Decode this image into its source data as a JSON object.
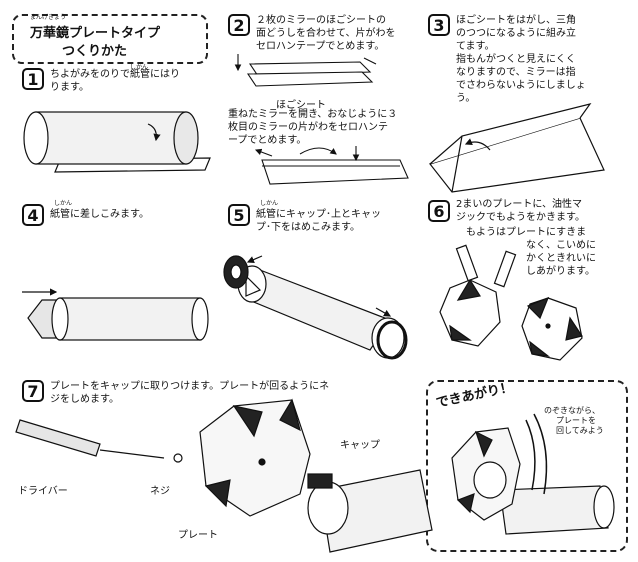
{
  "title": {
    "ruby": "まんげきょう",
    "line1": "万華鏡プレートタイプ",
    "line2": "つくりかた"
  },
  "steps": [
    {
      "num": "1",
      "ruby": "しかん",
      "lines": [
        "ちよがみをのりで紙管にはり",
        "ります。"
      ]
    },
    {
      "num": "2",
      "lines": [
        "２枚のミラーのほごシートの",
        "面どうしを合わせて、片がわを",
        "セロハンテープでとめます。"
      ]
    },
    {
      "num": "3",
      "lines": [
        "ほごシートをはがし、三角",
        "のつつになるように組み立",
        "てます。",
        "指もんがつくと見えにくく",
        "なりますので、ミラーは指",
        "でさわらないようにしましょ",
        "う。"
      ]
    },
    {
      "num": "4",
      "ruby": "しかん",
      "lines": [
        "紙管に差しこみます。"
      ]
    },
    {
      "num": "5",
      "ruby": "しかん",
      "lines": [
        "紙管にキャップ･上とキャッ",
        "プ･下をはめこみます。"
      ]
    },
    {
      "num": "6",
      "lines": [
        "2まいのプレートに、油性マ",
        "ジックでもようをかきます。"
      ]
    },
    {
      "num": "7",
      "lines": [
        "プレートをキャップに取りつけます。プレートが回るようにネ",
        "ジをしめます。"
      ]
    }
  ],
  "step2_sheet_label": "ほごシート",
  "step2_extra_lines": [
    "重ねたミラーを開き、おなじように３",
    "枚目のミラーの片がわをセロハンテ",
    "ープでとめます。"
  ],
  "step6_note_lines": [
    "もようはプレートにすきま",
    "なく、こいめに",
    "かくときれいに",
    "しあがります。"
  ],
  "step7_labels": {
    "driver": "ドライバー",
    "screw": "ネジ",
    "plate": "プレート",
    "cap": "キャップ"
  },
  "done": {
    "title": "できあがり！",
    "note_lines": [
      "のぞきながら、",
      "プレートを",
      "回してみよう"
    ]
  }
}
